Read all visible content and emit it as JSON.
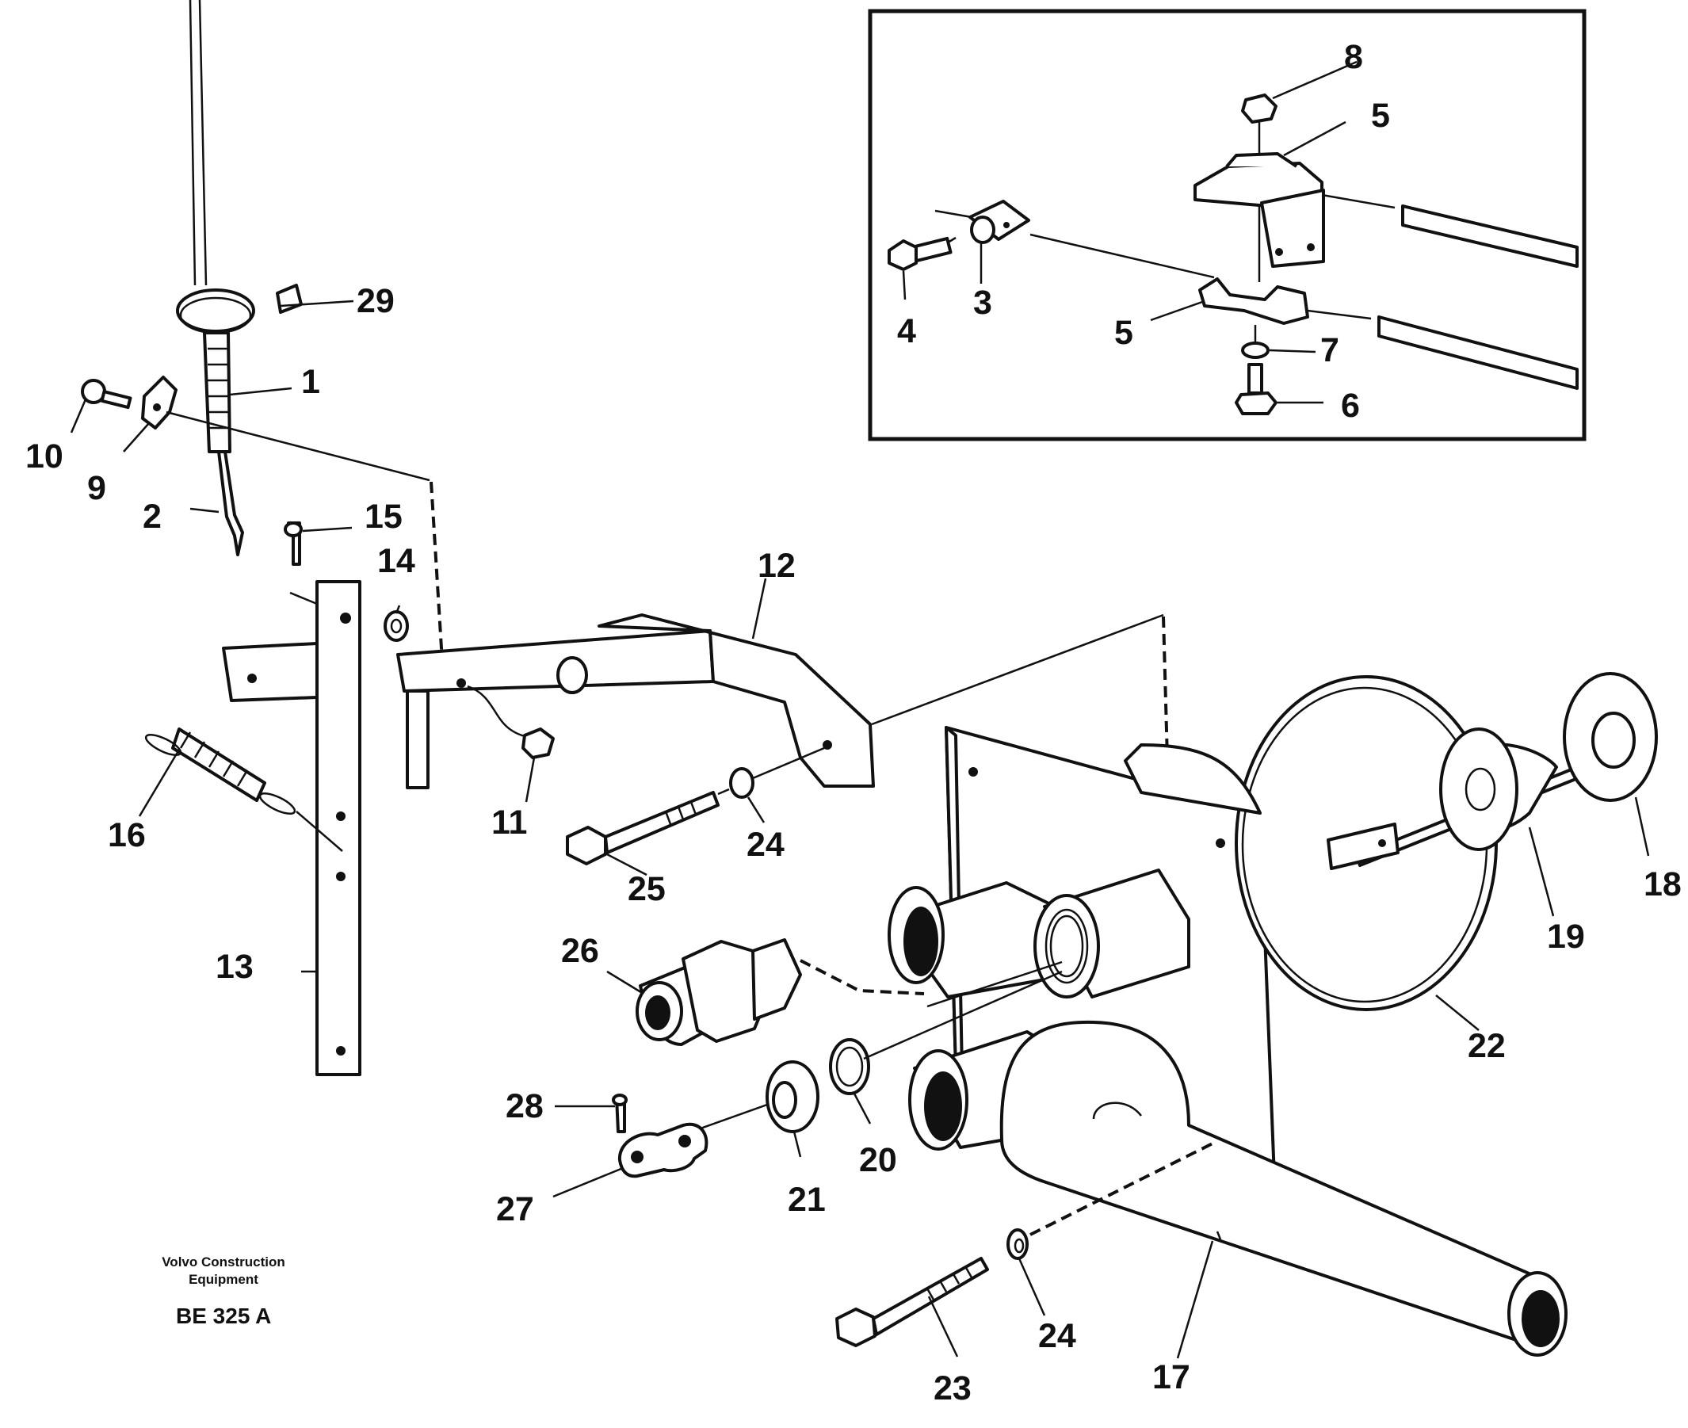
{
  "callouts": {
    "c1": "1",
    "c2": "2",
    "c3": "3",
    "c4": "4",
    "c5a": "5",
    "c5b": "5",
    "c6": "6",
    "c7": "7",
    "c8": "8",
    "c9": "9",
    "c10": "10",
    "c11": "11",
    "c12": "12",
    "c13": "13",
    "c14": "14",
    "c15": "15",
    "c16": "16",
    "c17": "17",
    "c18": "18",
    "c19": "19",
    "c20": "20",
    "c21": "21",
    "c22": "22",
    "c23": "23",
    "c24a": "24",
    "c24b": "24",
    "c25": "25",
    "c26": "26",
    "c27": "27",
    "c28": "28",
    "c29": "29"
  },
  "caption": {
    "company_line1": "Volvo Construction",
    "company_line2": "Equipment",
    "drawing_code": "BE 325 A"
  }
}
